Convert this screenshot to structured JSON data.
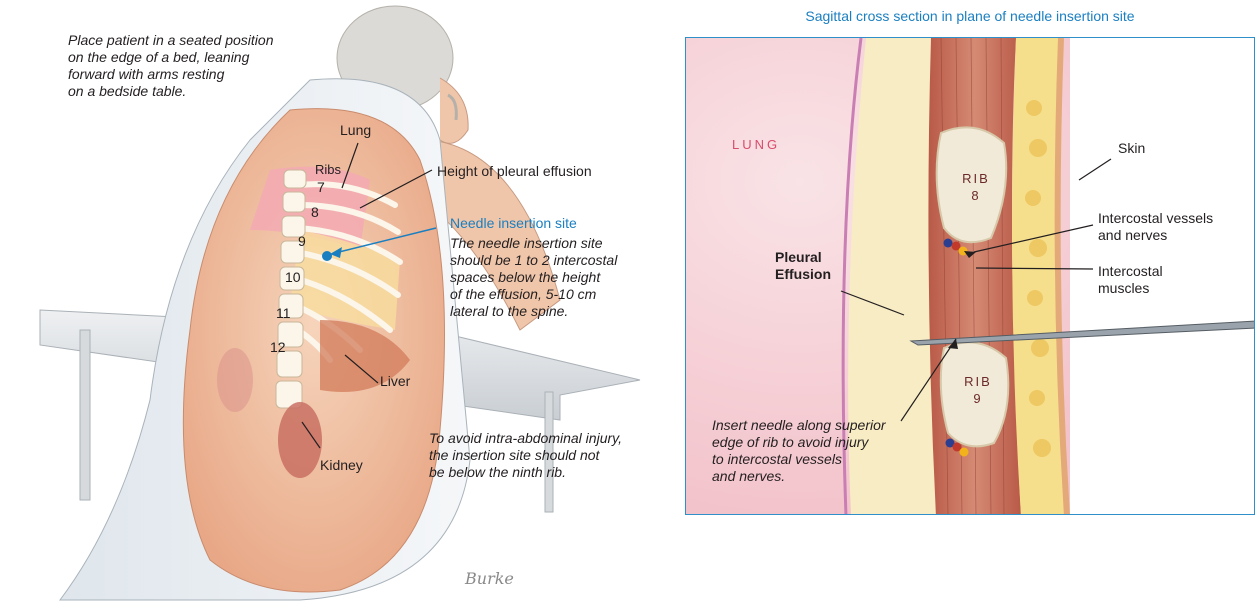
{
  "left_panel": {
    "intro_text": "Place patient in a seated position\non the edge of a bed, leaning\nforward with arms resting\non a bedside table.",
    "labels": {
      "lung": "Lung",
      "ribs": "Ribs",
      "rib_7": "7",
      "rib_8": "8",
      "rib_9": "9",
      "rib_10": "10",
      "rib_11": "11",
      "rib_12": "12",
      "height_of_effusion": "Height of pleural effusion",
      "needle_site": "Needle insertion site",
      "liver": "Liver",
      "kidney": "Kidney"
    },
    "needle_site_note": "The needle insertion site\nshould be 1 to 2 intercostal\nspaces below the height\nof  the effusion, 5-10 cm\nlateral to the spine.",
    "abdominal_note": "To avoid intra-abdominal injury,\nthe insertion site should not\nbe below the ninth rib.",
    "signature": "Burke"
  },
  "right_panel": {
    "title": "Sagittal cross section in plane of needle insertion site",
    "labels": {
      "lung": "LUNG",
      "rib8_word": "RIB",
      "rib8_num": "8",
      "rib9_word": "RIB",
      "rib9_num": "9",
      "skin": "Skin",
      "vessels": "Intercostal vessels\nand nerves",
      "muscles": "Intercostal\nmuscles",
      "effusion": "Pleural\nEffusion"
    },
    "insert_note": "Insert needle along superior\nedge of rib to avoid injury\nto intercostal vessels\nand nerves."
  },
  "colors": {
    "accent_blue": "#1a7fc1",
    "frame_blue": "#2e8fc9",
    "skin_tone": "#f3c9a8",
    "muscle": "#c96a55",
    "lung_pink": "#f6d3d8",
    "effusion_yellow": "#f8ecc4"
  }
}
